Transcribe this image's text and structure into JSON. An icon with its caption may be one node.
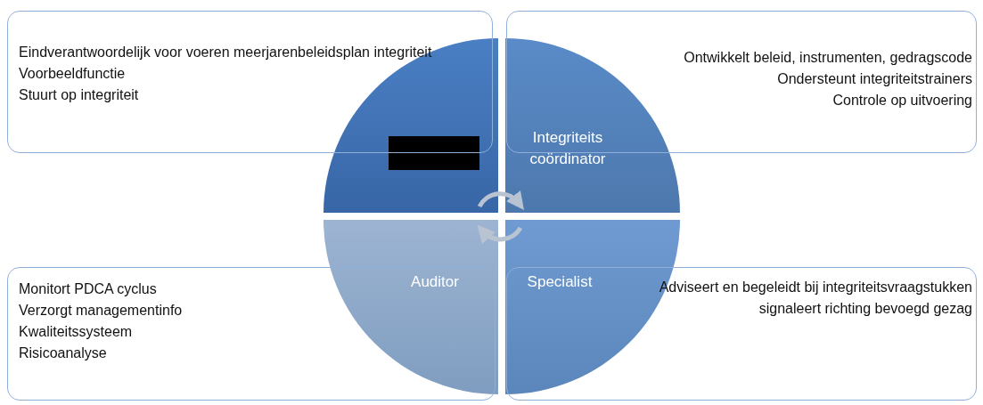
{
  "diagram": {
    "nodes": [
      {
        "text": [
          "Eindverantwoordelijk voor voeren meerjarenbeleidsplan integriteit",
          "Voorbeeldfunctie",
          "Stuurt op integriteit"
        ]
      },
      {
        "text": [],
        "shape": "quadrant"
      },
      {
        "text": [
          "Integriteits coördinator"
        ]
      },
      {
        "text": [
          "Ontwikkelt beleid, instrumenten, gedragscode",
          "Ondersteunt integriteitstrainers",
          "Controle op uitvoering"
        ]
      },
      {
        "text": [
          "Monitort PDCA cyclus",
          "Verzorgt managementinfo",
          "Kwaliteitssysteem",
          "Risicoanalyse"
        ]
      },
      {
        "text": [
          "Auditor"
        ]
      },
      {
        "text": [
          "Specialist"
        ]
      },
      {
        "text": [
          "Adviseert en begeleidt bij integriteitsvraagstukken",
          "signaleert richting bevoegd gezag"
        ]
      }
    ],
    "edges": [
      {
        "from": 1,
        "to": 2,
        "arrow": "to"
      },
      {
        "from": 6,
        "to": 5,
        "arrow": "to"
      }
    ]
  }
}
